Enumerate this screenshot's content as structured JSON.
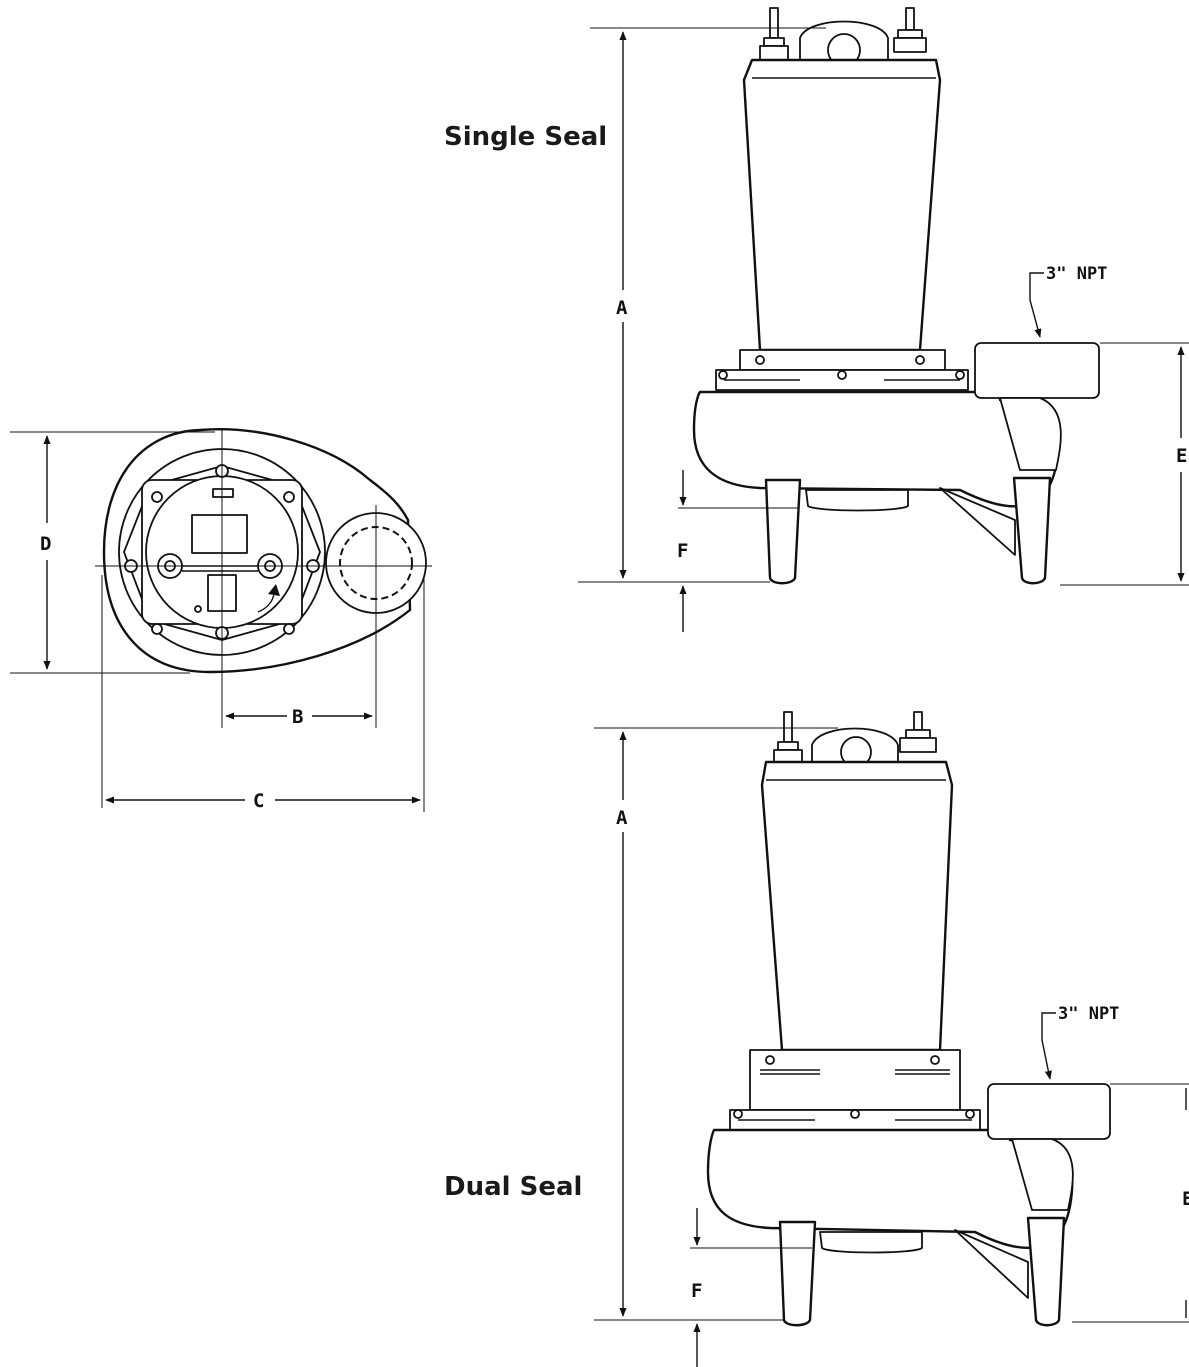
{
  "colors": {
    "line": "#111111",
    "background": "#ffffff"
  },
  "labels": {
    "single_seal": "Single Seal",
    "dual_seal": "Dual Seal",
    "npt_single": "3\" NPT",
    "npt_dual": "3\" NPT"
  },
  "dimensions": {
    "a_single": "A",
    "a_dual": "A",
    "b": "B",
    "c": "C",
    "d": "D",
    "e_single": "E",
    "e_dual": "E",
    "f_single": "F",
    "f_dual": "F"
  }
}
